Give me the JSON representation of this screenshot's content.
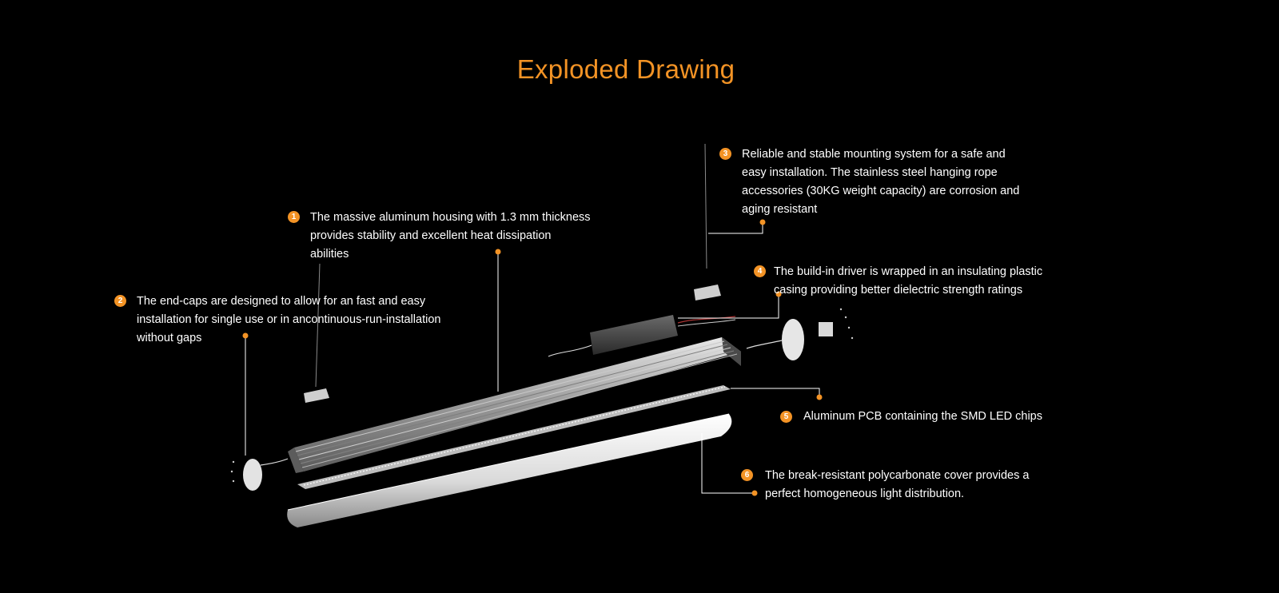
{
  "title": "Exploded Drawing",
  "accent_color": "#f39325",
  "background_color": "#000000",
  "callouts": [
    {
      "number": "1",
      "text": "The massive aluminum housing with 1.3 mm thickness\nprovides stability and excellent heat dissipation\nabilities"
    },
    {
      "number": "2",
      "text": "The end-caps are designed to allow for an fast and easy\ninstallation for single use or in ancontinuous-run-installation\nwithout gaps"
    },
    {
      "number": "3",
      "text": "Reliable and stable mounting system for a safe and\neasy installation. The stainless steel hanging rope\naccessories (30KG weight capacity) are corrosion and\naging resistant"
    },
    {
      "number": "4",
      "text": "The build-in driver is wrapped in an insulating plastic\ncasing providing better dielectric strength ratings"
    },
    {
      "number": "5",
      "text": "Aluminum PCB containing the SMD LED chips"
    },
    {
      "number": "6",
      "text": "The break-resistant polycarbonate cover provides a\nperfect homogeneous light distribution."
    }
  ],
  "parts": [
    "aluminum-housing",
    "end-cap",
    "hanging-rope",
    "driver",
    "led-pcb",
    "polycarbonate-cover"
  ]
}
